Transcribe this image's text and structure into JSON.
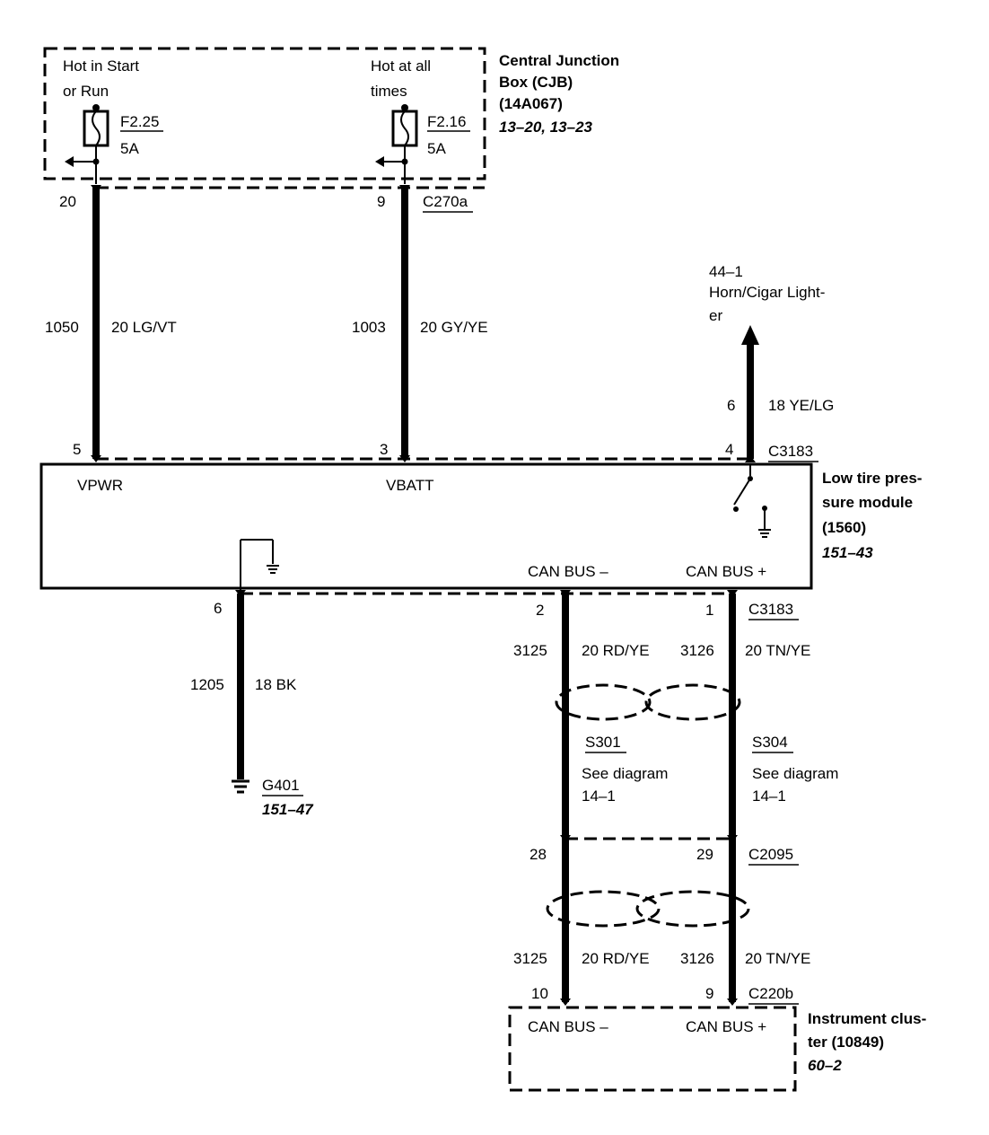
{
  "cjb": {
    "hot_start_run_1": "Hot in Start",
    "hot_start_run_2": "or Run",
    "hot_all_1": "Hot at all",
    "hot_all_2": "times",
    "fuse1_id": "F2.25",
    "fuse1_amp": "5A",
    "fuse2_id": "F2.16",
    "fuse2_amp": "5A",
    "title_1": "Central Junction",
    "title_2": "Box (CJB)",
    "title_3": "(14A067)",
    "ref": "13–20, 13–23"
  },
  "conn_c270a": {
    "name": "C270a",
    "pin_left": "20",
    "pin_right": "9"
  },
  "wire_vpwr": {
    "circuit": "1050",
    "spec": "20 LG/VT"
  },
  "wire_vbatt": {
    "circuit": "1003",
    "spec": "20 GY/YE"
  },
  "horn": {
    "code": "44–1",
    "label_1": "Horn/Cigar Light-",
    "label_2": "er",
    "pin": "6",
    "spec": "18 YE/LG"
  },
  "conn_c3183_top": {
    "name": "C3183",
    "pin_vpwr": "5",
    "pin_vbatt": "3",
    "pin_horn": "4"
  },
  "module": {
    "vpwr": "VPWR",
    "vbatt": "VBATT",
    "can_minus": "CAN BUS –",
    "can_plus": "CAN BUS +",
    "title_1": "Low tire pres-",
    "title_2": "sure module",
    "title_3": "(1560)",
    "ref": "151–43"
  },
  "conn_c3183_bottom": {
    "name": "C3183",
    "pin_ground": "6",
    "pin_can_minus": "2",
    "pin_can_plus": "1"
  },
  "wire_ground": {
    "circuit": "1205",
    "spec": "18 BK"
  },
  "ground": {
    "name": "G401",
    "ref": "151–47"
  },
  "wire_can_minus_upper": {
    "circuit": "3125",
    "spec": "20 RD/YE"
  },
  "wire_can_plus_upper": {
    "circuit": "3126",
    "spec": "20 TN/YE"
  },
  "splice_s301": {
    "name": "S301",
    "note_1": "See diagram",
    "note_2": "14–1"
  },
  "splice_s304": {
    "name": "S304",
    "note_1": "See diagram",
    "note_2": "14–1"
  },
  "conn_c2095": {
    "name": "C2095",
    "pin_left": "28",
    "pin_right": "29"
  },
  "wire_can_minus_lower": {
    "circuit": "3125",
    "spec": "20 RD/YE"
  },
  "wire_can_plus_lower": {
    "circuit": "3126",
    "spec": "20 TN/YE"
  },
  "conn_c220b": {
    "name": "C220b",
    "pin_left": "10",
    "pin_right": "9"
  },
  "cluster": {
    "can_minus": "CAN BUS –",
    "can_plus": "CAN BUS +",
    "title_1": "Instrument clus-",
    "title_2": "ter (10849)",
    "ref": "60–2"
  }
}
